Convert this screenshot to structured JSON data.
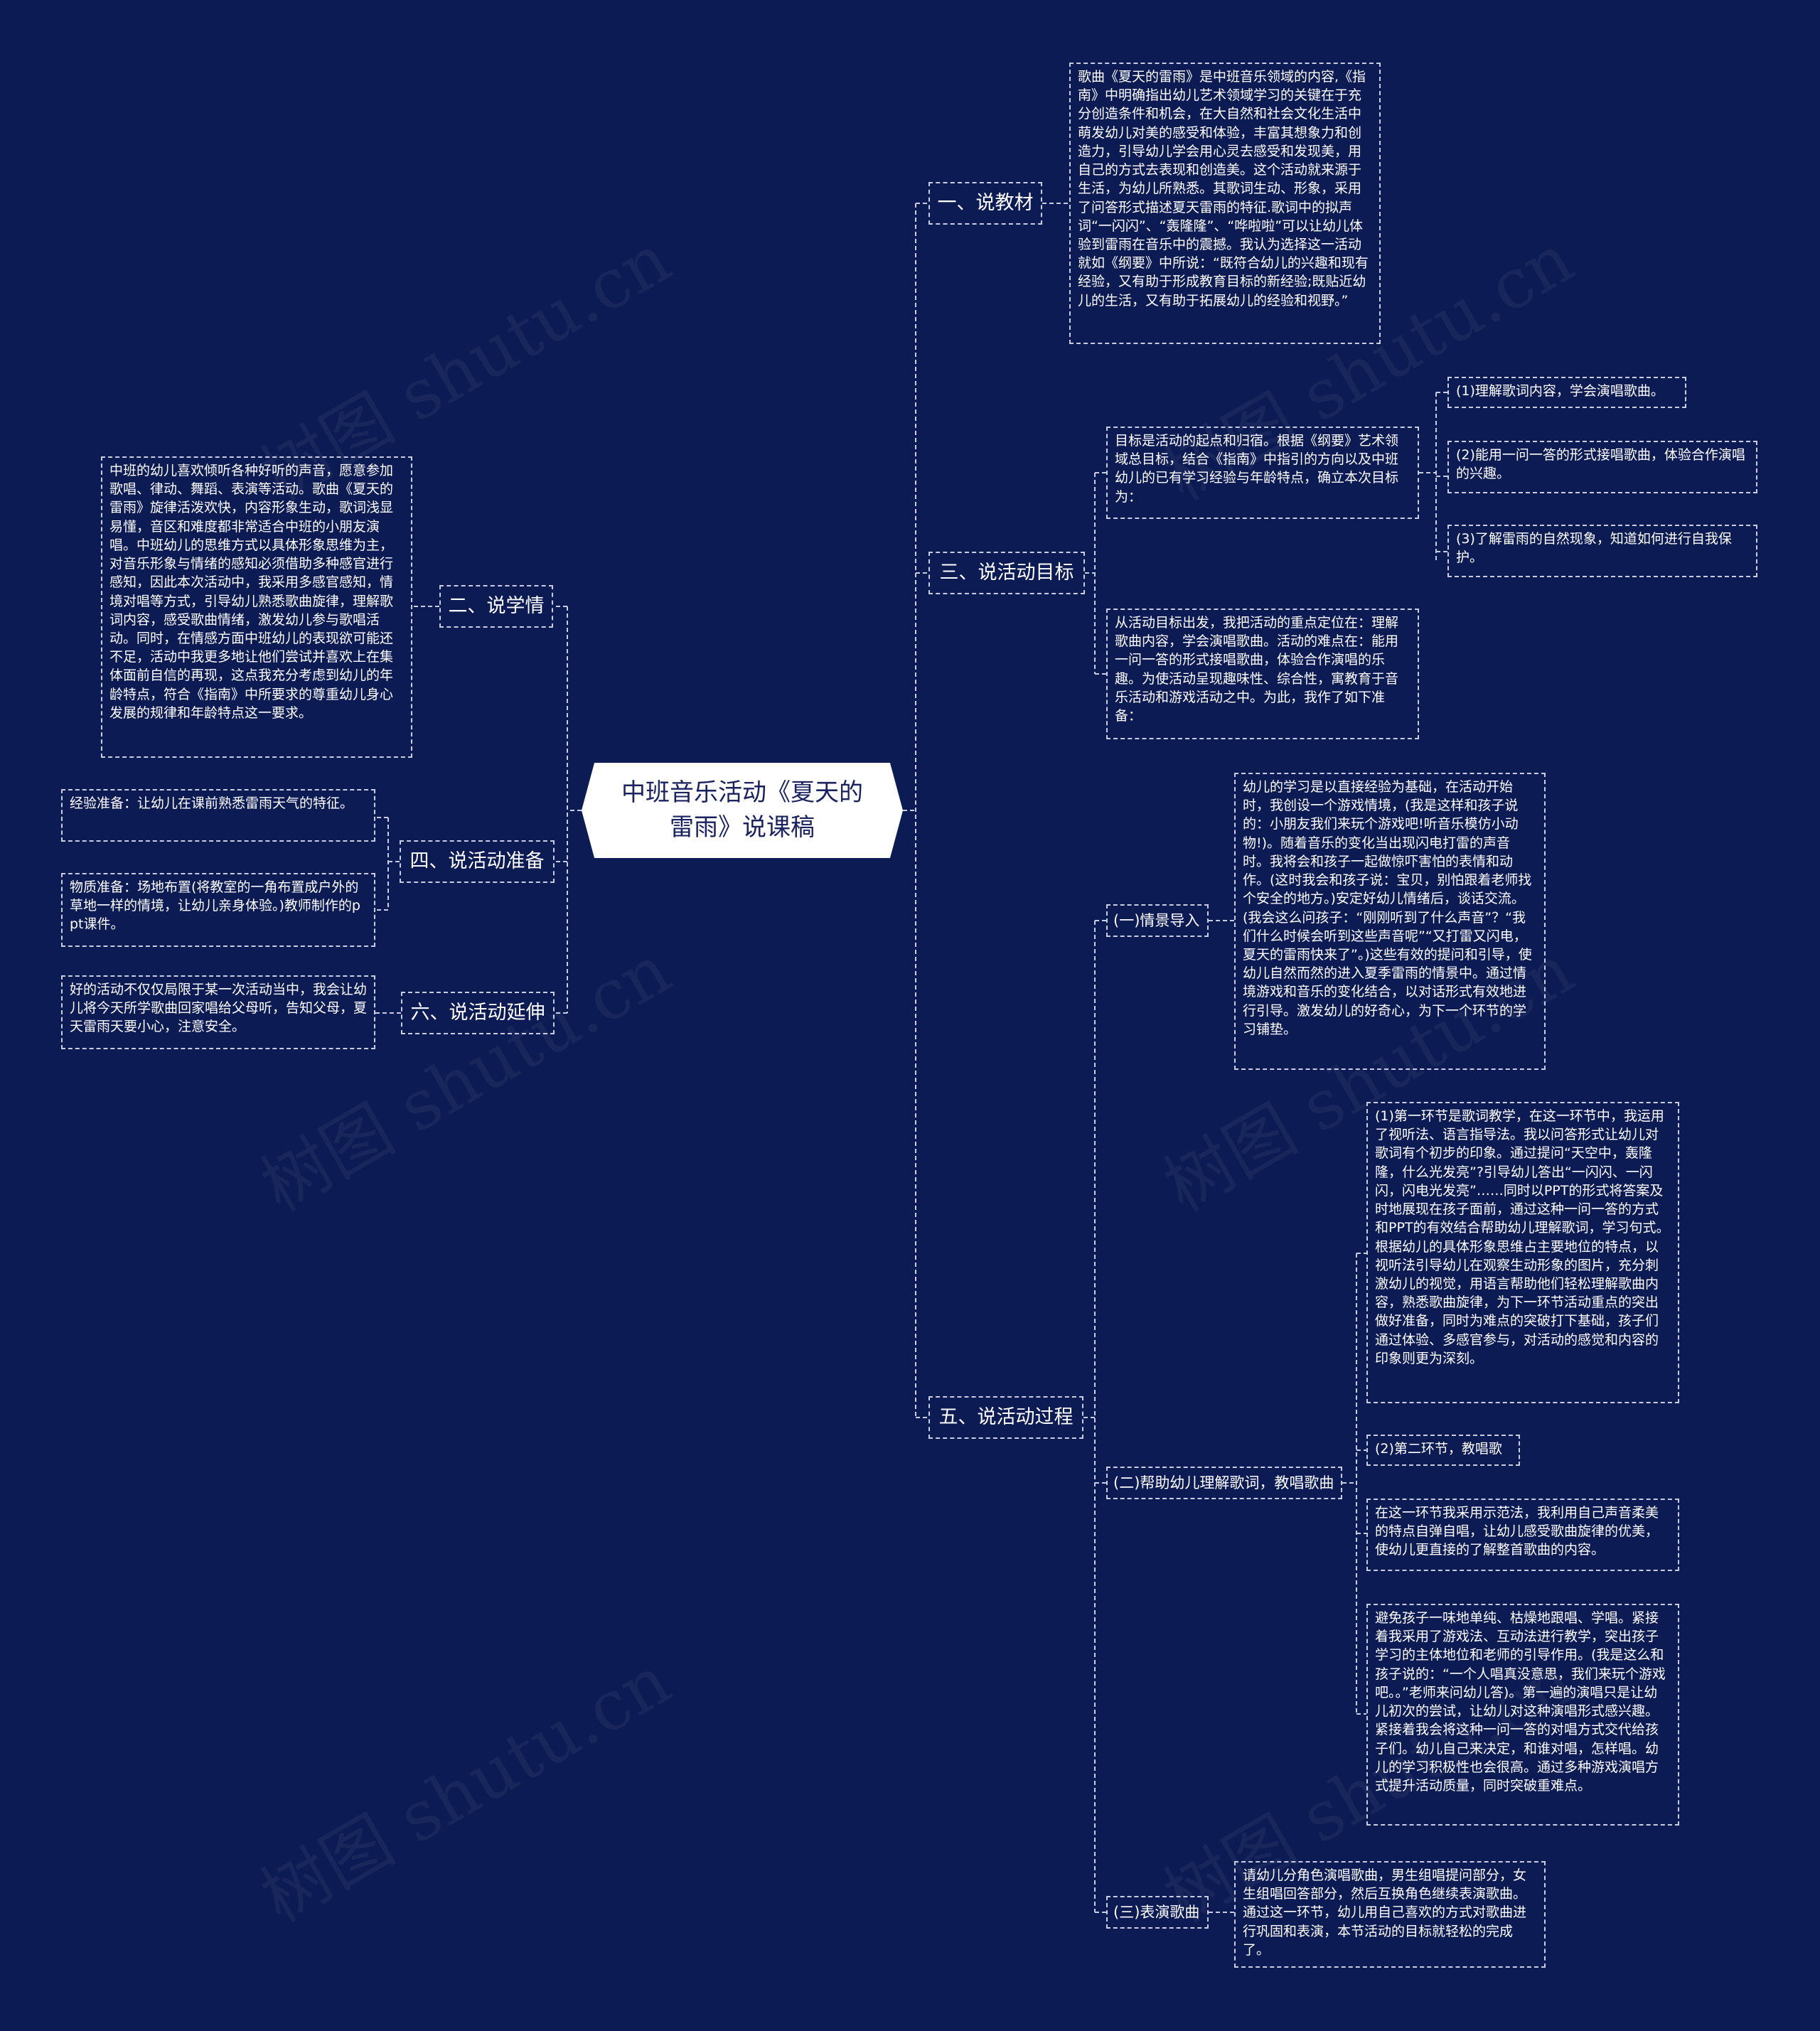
{
  "root": "中班音乐活动《夏天的雷雨》说课稿",
  "watermark": "树图 shutu.cn",
  "colors": {
    "background": "#0d1b54",
    "line": "#c9cde0",
    "root_fill": "#ffffff",
    "root_text": "#1a2360"
  },
  "branches": {
    "b1": {
      "label": "一、说教材",
      "text": "歌曲《夏天的雷雨》是中班音乐领域的内容,《指南》中明确指出幼儿艺术领域学习的关键在于充分创造条件和机会，在大自然和社会文化生活中萌发幼儿对美的感受和体验，丰富其想象力和创造力，引导幼儿学会用心灵去感受和发现美，用自己的方式去表现和创造美。这个活动就来源于生活，为幼儿所熟悉。其歌词生动、形象，采用了问答形式描述夏天雷雨的特征.歌词中的拟声词“一闪闪”、“轰隆隆”、“哗啦啦”可以让幼儿体验到雷雨在音乐中的震撼。我认为选择这一活动就如《纲要》中所说：“既符合幼儿的兴趣和现有经验，又有助于形成教育目标的新经验;既贴近幼儿的生活，又有助于拓展幼儿的经验和视野。”"
    },
    "b2": {
      "label": "二、说学情",
      "text": "中班的幼儿喜欢倾听各种好听的声音，愿意参加歌唱、律动、舞蹈、表演等活动。歌曲《夏天的雷雨》旋律活泼欢快，内容形象生动，歌词浅显易懂，音区和难度都非常适合中班的小朋友演唱。中班幼儿的思维方式以具体形象思维为主，对音乐形象与情绪的感知必须借助多种感官进行感知，因此本次活动中，我采用多感官感知，情境对唱等方式，引导幼儿熟悉歌曲旋律，理解歌词内容，感受歌曲情绪，激发幼儿参与歌唱活动。同时，在情感方面中班幼儿的表现欲可能还不足，活动中我更多地让他们尝试并喜欢上在集体面前自信的再现，这点我充分考虑到幼儿的年龄特点，符合《指南》中所要求的尊重幼儿身心发展的规律和年龄特点这一要求。"
    },
    "b3": {
      "label": "三、说活动目标",
      "intro": "目标是活动的起点和归宿。根据《纲要》艺术领域总目标，结合《指南》中指引的方向以及中班幼儿的已有学习经验与年龄特点，确立本次目标为：",
      "goals": [
        "(1)理解歌词内容，学会演唱歌曲。",
        "(2)能用一问一答的形式接唱歌曲，体验合作演唱的兴趣。",
        "(3)了解雷雨的自然现象，知道如何进行自我保护。"
      ],
      "focus": "从活动目标出发，我把活动的重点定位在：理解歌曲内容，学会演唱歌曲。活动的难点在：能用一问一答的形式接唱歌曲，体验合作演唱的乐趣。为使活动呈现趣味性、综合性，寓教育于音乐活动和游戏活动之中。为此，我作了如下准备："
    },
    "b4": {
      "label": "四、说活动准备",
      "exp": "经验准备：让幼儿在课前熟悉雷雨天气的特征。",
      "mat": "物质准备：场地布置(将教室的一角布置成户外的草地一样的情境，让幼儿亲身体验。)教师制作的ppt课件。"
    },
    "b5": {
      "label": "五、说活动过程",
      "s1": {
        "label": "(一)情景导入",
        "text": "幼儿的学习是以直接经验为基础，在活动开始时，我创设一个游戏情境，(我是这样和孩子说的：小朋友我们来玩个游戏吧!听音乐模仿小动物!)。随着音乐的变化当出现闪电打雷的声音时。我将会和孩子一起做惊吓害怕的表情和动作。(这时我会和孩子说：宝贝，别怕跟着老师找个安全的地方。)安定好幼儿情绪后，谈话交流。(我会这么问孩子：“刚刚听到了什么声音”？“我们什么时候会听到这些声音呢”“又打雷又闪电，夏天的雷雨快来了”。)这些有效的提问和引导，使幼儿自然而然的进入夏季雷雨的情景中。通过情境游戏和音乐的变化结合，以对话形式有效地进行引导。激发幼儿的好奇心，为下一个环节的学习铺垫。"
      },
      "s2": {
        "label": "(二)帮助幼儿理解歌词，教唱歌曲",
        "p1": "(1)第一环节是歌词教学，在这一环节中，我运用了视听法、语言指导法。我以问答形式让幼儿对歌词有个初步的印象。通过提问“天空中，轰隆隆，什么光发亮”?引导幼儿答出“一闪闪、一闪闪，闪电光发亮”……同时以PPT的形式将答案及时地展现在孩子面前，通过这种一问一答的方式和PPT的有效结合帮助幼儿理解歌词，学习句式。根据幼儿的具体形象思维占主要地位的特点，以视听法引导幼儿在观察生动形象的图片，充分刺激幼儿的视觉，用语言帮助他们轻松理解歌曲内容，熟悉歌曲旋律，为下一环节活动重点的突出做好准备，同时为难点的突破打下基础，孩子们通过体验、多感官参与，对活动的感觉和内容的印象则更为深刻。",
        "p2": "(2)第二环节，教唱歌",
        "p3": "在这一环节我采用示范法，我利用自己声音柔美的特点自弹自唱，让幼儿感受歌曲旋律的优美，使幼儿更直接的了解整首歌曲的内容。",
        "p4": "避免孩子一味地单纯、枯燥地跟唱、学唱。紧接着我采用了游戏法、互动法进行教学，突出孩子学习的主体地位和老师的引导作用。(我是这么和孩子说的：“一个人唱真没意思，我们来玩个游戏吧。。”老师来问幼儿答)。第一遍的演唱只是让幼儿初次的尝试，让幼儿对这种演唱形式感兴趣。紧接着我会将这种一问一答的对唱方式交代给孩子们。幼儿自己来决定，和谁对唱，怎样唱。幼儿的学习积极性也会很高。通过多种游戏演唱方式提升活动质量，同时突破重难点。"
      },
      "s3": {
        "label": "(三)表演歌曲",
        "text": "请幼儿分角色演唱歌曲，男生组唱提问部分，女生组唱回答部分，然后互换角色继续表演歌曲。通过这一环节，幼儿用自己喜欢的方式对歌曲进行巩固和表演，本节活动的目标就轻松的完成了。"
      }
    },
    "b6": {
      "label": "六、说活动延伸",
      "text": "好的活动不仅仅局限于某一次活动当中，我会让幼儿将今天所学歌曲回家唱给父母听，告知父母，夏天雷雨天要小心，注意安全。"
    }
  }
}
